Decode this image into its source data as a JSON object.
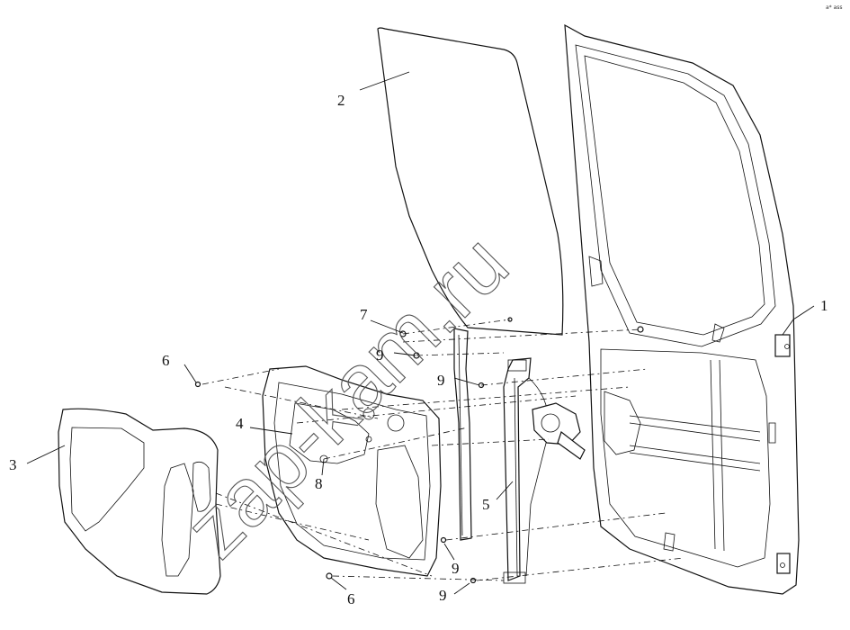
{
  "corner_mark": "a* ass",
  "watermark": "zap-kam.ru",
  "labels": {
    "l1": "1",
    "l2": "2",
    "l3": "3",
    "l4": "4",
    "l5": "5",
    "l6a": "6",
    "l6b": "6",
    "l7": "7",
    "l8": "8",
    "l9a": "9",
    "l9b": "9",
    "l9c": "9",
    "l9d": "9"
  }
}
